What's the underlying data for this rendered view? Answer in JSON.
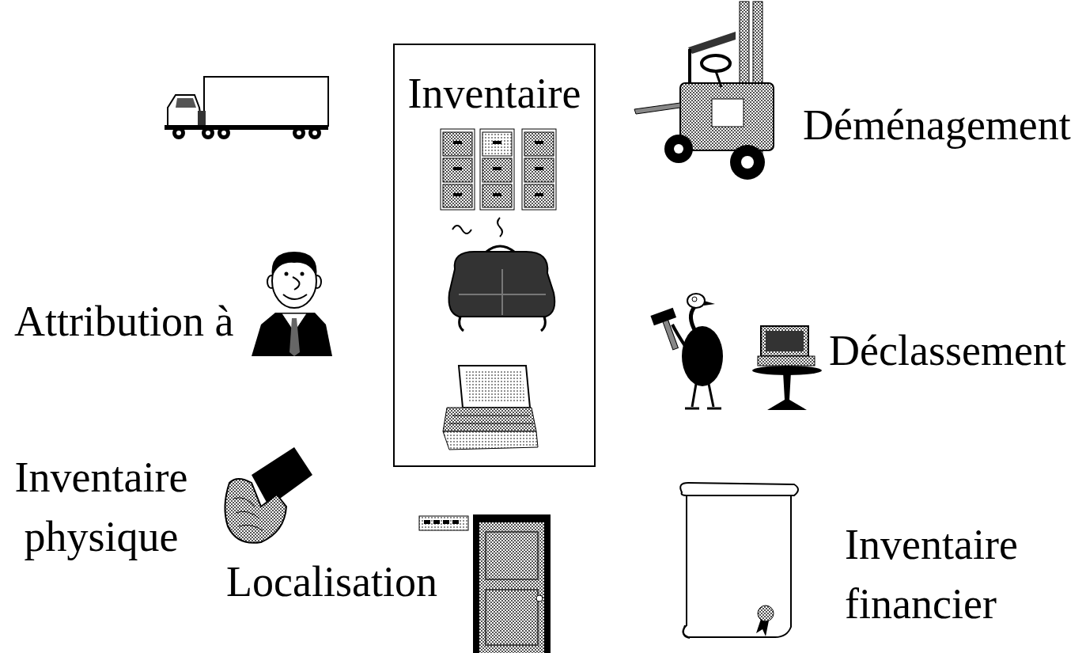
{
  "diagram": {
    "nodes": [
      {
        "text": [
          "Inventaire"
        ]
      }
    ],
    "labels": [
      "Déménagement",
      "Attribution à",
      "Déclassement",
      "Inventaire physique",
      "Localisation",
      "Inventaire financier"
    ]
  }
}
